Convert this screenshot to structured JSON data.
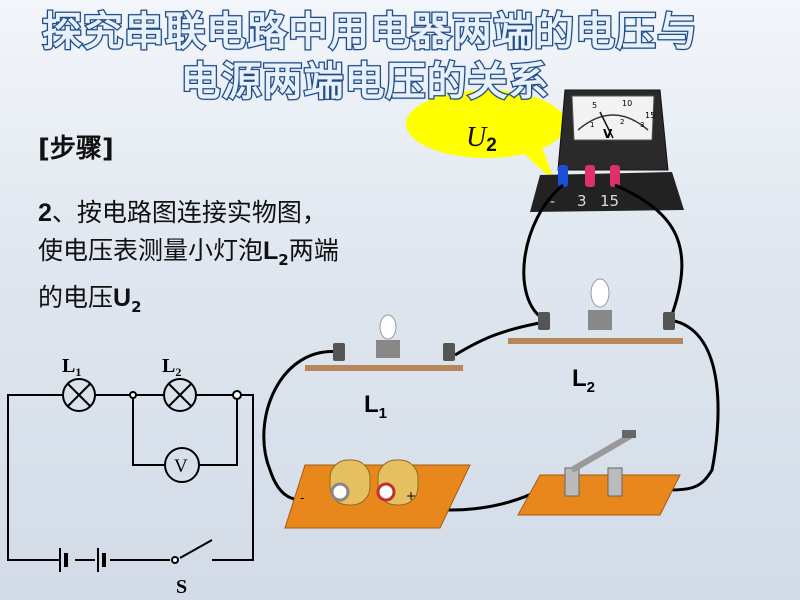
{
  "title": {
    "line1": "探究串联电路中用电器两端的电压与",
    "line2": "电源两端电压的关系"
  },
  "step_heading": "[步骤]",
  "instruction": {
    "number": "2",
    "text_a": "、按电路图连接实物图，使电压表测量小灯泡",
    "lamp": "L",
    "lamp_sub": "2",
    "text_b": "两端的电压",
    "voltage": "U",
    "voltage_sub": "2"
  },
  "callout": {
    "symbol": "U",
    "sub": "2"
  },
  "voltmeter": {
    "unit": "V",
    "scale_top": [
      "5",
      "10",
      "15"
    ],
    "scale_bottom": [
      "1",
      "2",
      "3"
    ],
    "terminals": [
      "-",
      "3",
      "15"
    ]
  },
  "lamps": [
    {
      "label": "L",
      "sub": "1"
    },
    {
      "label": "L",
      "sub": "2"
    }
  ],
  "battery_terminals": [
    "-",
    "+"
  ],
  "schematic": {
    "lamp1": {
      "label": "L",
      "sub": "1"
    },
    "lamp2": {
      "label": "L",
      "sub": "2"
    },
    "voltmeter": "V",
    "switch": "S"
  }
}
